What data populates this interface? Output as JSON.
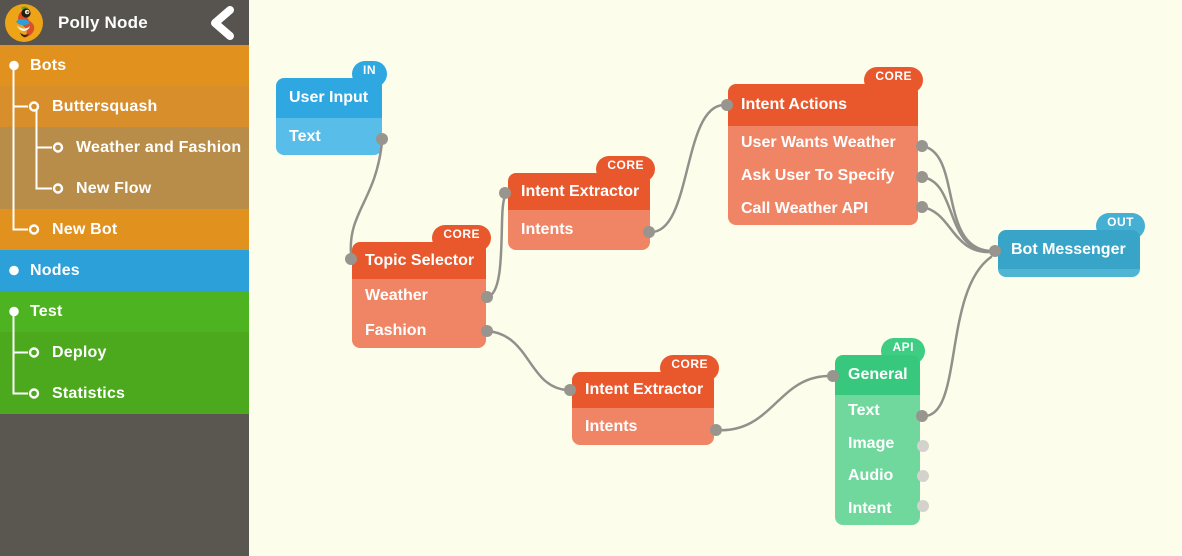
{
  "header": {
    "title": "Polly Node",
    "icons": {
      "logo": "polly-parrot-logo",
      "back": "chevron-left"
    }
  },
  "sidebar": {
    "items": [
      {
        "label": "Bots"
      },
      {
        "label": "Buttersquash"
      },
      {
        "label": "Weather and Fashion"
      },
      {
        "label": "New Flow"
      },
      {
        "label": "New Bot"
      },
      {
        "label": "Nodes"
      },
      {
        "label": "Test"
      },
      {
        "label": "Deploy"
      },
      {
        "label": "Statistics"
      }
    ]
  },
  "canvas": {
    "nodes": {
      "user_input": {
        "badge": "IN",
        "title": "User Input",
        "outputs": [
          "Text"
        ]
      },
      "topic_selector": {
        "badge": "CORE",
        "title": "Topic Selector",
        "outputs": [
          "Weather",
          "Fashion"
        ]
      },
      "intent_extractor_top": {
        "badge": "CORE",
        "title": "Intent Extractor",
        "outputs": [
          "Intents"
        ]
      },
      "intent_actions": {
        "badge": "CORE",
        "title": "Intent Actions",
        "outputs": [
          "User Wants Weather",
          "Ask User To Specify",
          "Call Weather API"
        ]
      },
      "intent_extractor_bottom": {
        "badge": "CORE",
        "title": "Intent Extractor",
        "outputs": [
          "Intents"
        ]
      },
      "general": {
        "badge": "API",
        "title": "General",
        "outputs": [
          "Text",
          "Image",
          "Audio",
          "Intent"
        ]
      },
      "bot_messenger": {
        "badge": "OUT",
        "title": "Bot Messenger",
        "outputs": []
      }
    }
  },
  "colors": {
    "in_out_blue": "#2FA7E1",
    "core_red": "#E9582D",
    "api_green": "#38C87D",
    "bot_messenger_blue": "#38A4C8",
    "sidebar_orange": "#E1911E",
    "sidebar_tan": "#B88D49",
    "sidebar_blue": "#2BA0D9",
    "sidebar_green": "#4DB321",
    "wire_gray": "#93908B",
    "canvas_cream": "#FCFEEB"
  }
}
